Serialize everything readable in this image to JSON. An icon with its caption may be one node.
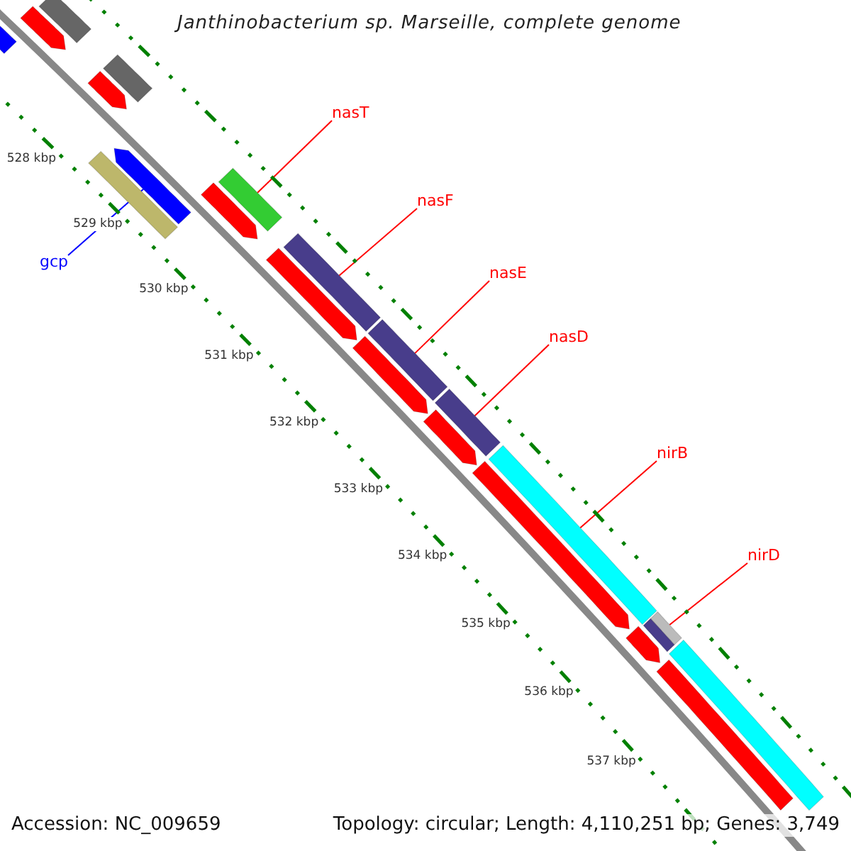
{
  "diagram": {
    "title": "Janthinobacterium sp. Marseille, complete genome",
    "nodes": [
      {
        "text": [
          "nasT"
        ]
      },
      {
        "text": [],
        "shape": "bar"
      },
      {
        "text": [
          "nasF"
        ]
      },
      {
        "text": [],
        "shape": "bar"
      },
      {
        "text": [
          "nasE"
        ]
      },
      {
        "text": [],
        "shape": "bar"
      },
      {
        "text": [
          "nasD"
        ]
      },
      {
        "text": [],
        "shape": "bar"
      },
      {
        "text": [
          "nirB"
        ]
      },
      {
        "text": [],
        "shape": "bar"
      },
      {
        "text": [
          "nirD"
        ]
      },
      {
        "text": [],
        "shape": "bar"
      },
      {
        "text": [
          "gcp"
        ]
      },
      {
        "text": [],
        "shape": "bar"
      },
      {
        "text": [],
        "shape": "bar"
      },
      {
        "text": [],
        "shape": "bar"
      },
      {
        "text": [],
        "shape": "bar"
      },
      {
        "text": [],
        "shape": "bar"
      },
      {
        "text": [],
        "shape": "bar"
      },
      {
        "text": [],
        "shape": "bar"
      },
      {
        "text": [],
        "shape": "bar"
      },
      {
        "text": [],
        "shape": "bar"
      },
      {
        "text": [],
        "shape": "bar"
      },
      {
        "text": [],
        "shape": "bar"
      },
      {
        "text": [],
        "shape": "bar"
      },
      {
        "text": [],
        "shape": "bar"
      },
      {
        "text": [],
        "shape": "bar"
      },
      {
        "text": [],
        "shape": "bar"
      },
      {
        "text": [],
        "shape": "bar"
      }
    ],
    "edges": [
      {
        "from": 0,
        "to": 1,
        "arrow": "none"
      },
      {
        "from": 2,
        "to": 3,
        "arrow": "none"
      },
      {
        "from": 4,
        "to": 5,
        "arrow": "none"
      },
      {
        "from": 6,
        "to": 7,
        "arrow": "none"
      },
      {
        "from": 8,
        "to": 9,
        "arrow": "none"
      },
      {
        "from": 10,
        "to": 11,
        "arrow": "none"
      },
      {
        "from": 12,
        "to": 13,
        "arrow": "none",
        "color": "#0000ff"
      }
    ],
    "labels": [
      "528 kbp",
      "529 kbp",
      "530 kbp",
      "531 kbp",
      "532 kbp",
      "533 kbp",
      "534 kbp",
      "535 kbp",
      "536 kbp",
      "537 kbp",
      "Accession: NC_009659",
      "Topology: circular; Length: 4,110,251 bp; Genes: 3,749"
    ]
  }
}
